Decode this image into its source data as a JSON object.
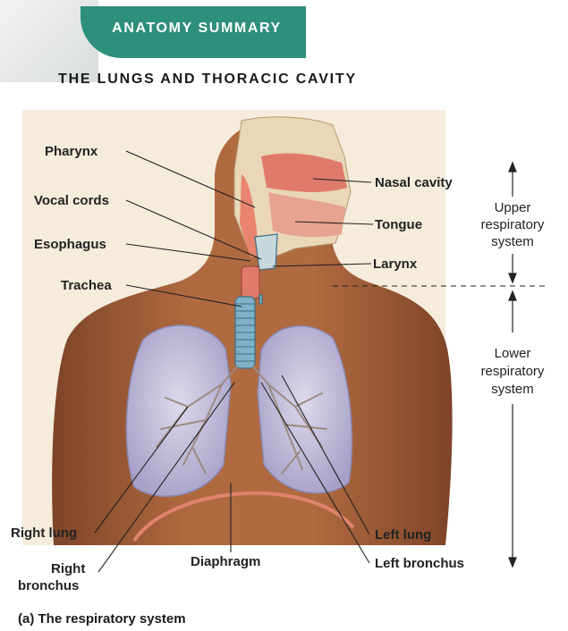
{
  "header": {
    "section": "ANATOMY SUMMARY",
    "title": "THE LUNGS AND THORACIC CAVITY"
  },
  "labels": {
    "pharynx": "Pharynx",
    "vocal_cords": "Vocal cords",
    "esophagus": "Esophagus",
    "trachea": "Trachea",
    "nasal_cavity": "Nasal cavity",
    "tongue": "Tongue",
    "larynx": "Larynx",
    "right_lung": "Right lung",
    "right_bronchus_1": "Right",
    "right_bronchus_2": "bronchus",
    "diaphragm": "Diaphragm",
    "left_lung": "Left lung",
    "left_bronchus": "Left bronchus"
  },
  "regions": {
    "upper": [
      "Upper",
      "respiratory",
      "system"
    ],
    "lower": [
      "Lower",
      "respiratory",
      "system"
    ]
  },
  "caption": "(a) The respiratory system",
  "colors": {
    "banner": "#2e8f7a",
    "skin": "#a8623a",
    "background": "#f5ecdc",
    "lung": "#c7c3dd",
    "trachea": "#7fb2c6",
    "diaphragm": "#e0836e"
  }
}
